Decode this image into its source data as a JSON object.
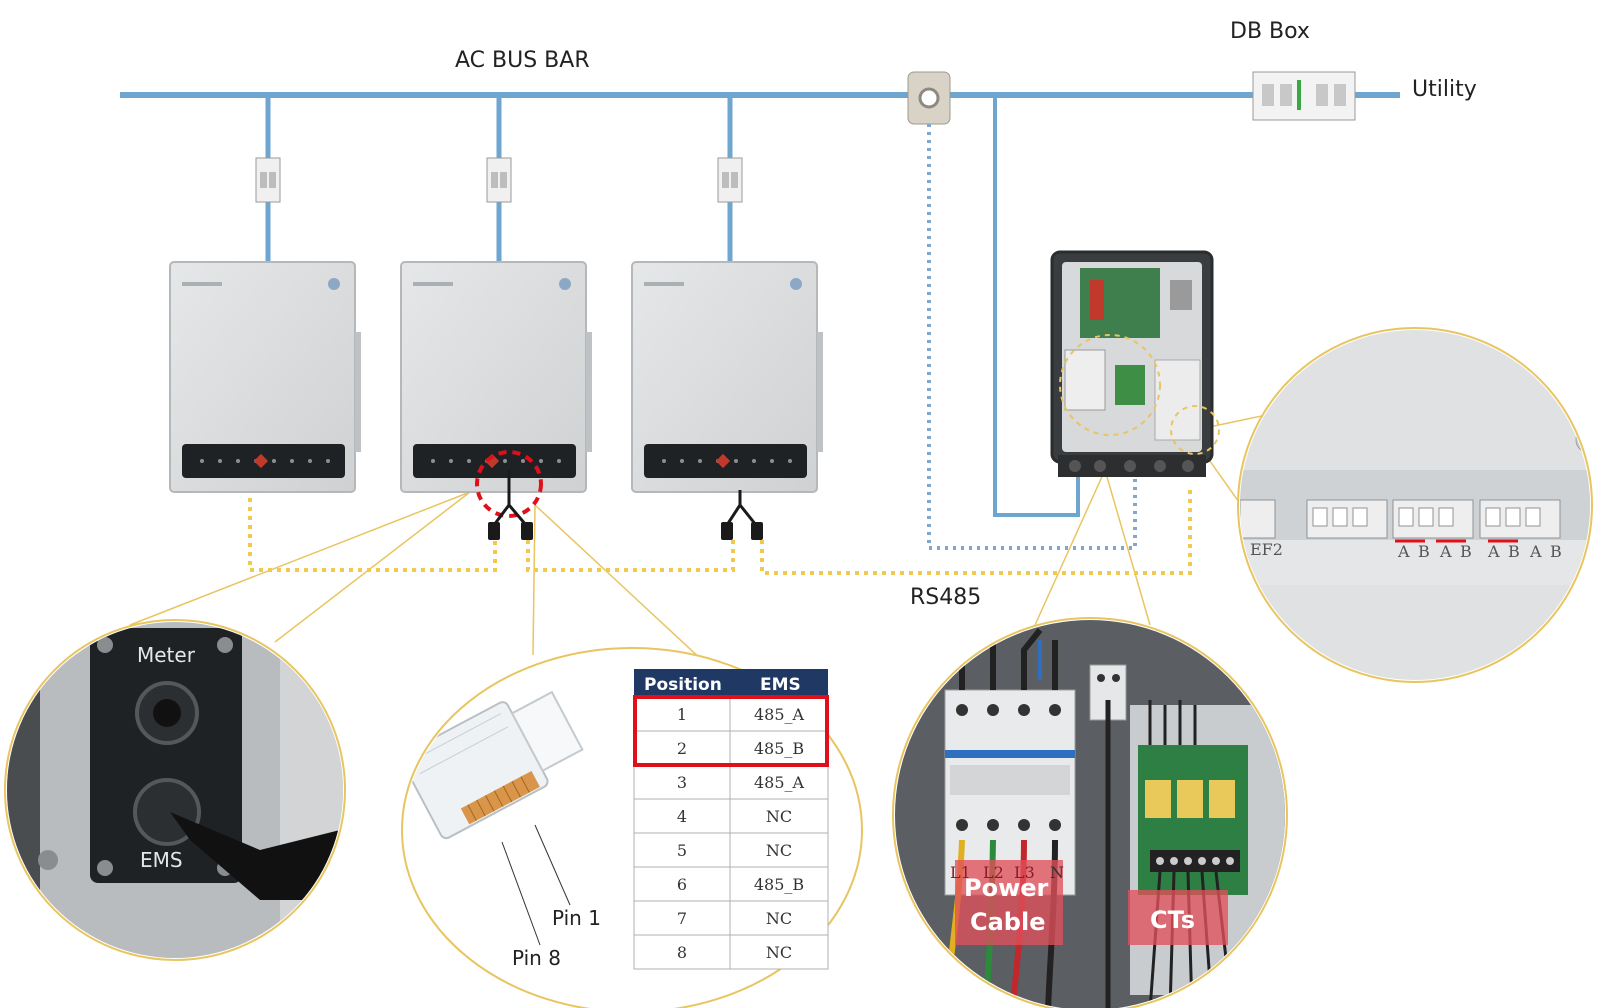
{
  "labels": {
    "ac_bus_bar": "AC BUS BAR",
    "db_box": "DB Box",
    "utility": "Utility",
    "rs485": "RS485",
    "pin1": "Pin 1",
    "pin8": "Pin 8",
    "meter": "Meter",
    "ems": "EMS",
    "power_cable": [
      "Power",
      "Cable"
    ],
    "cts": "CTs",
    "terminal_phases": [
      "L1",
      "L2",
      "L3",
      "N"
    ],
    "terminal_ab": [
      "A",
      "B",
      "A",
      "B",
      "A",
      "B",
      "A",
      "B"
    ],
    "terminal_fragment": "EF2"
  },
  "pin_table": {
    "headers": [
      "Position",
      "EMS"
    ],
    "rows": [
      [
        "1",
        "485_A"
      ],
      [
        "2",
        "485_B"
      ],
      [
        "3",
        "485_A"
      ],
      [
        "4",
        "NC"
      ],
      [
        "5",
        "NC"
      ],
      [
        "6",
        "485_B"
      ],
      [
        "7",
        "NC"
      ],
      [
        "8",
        "NC"
      ]
    ],
    "highlight_rows": [
      1,
      2
    ],
    "header_color": "#1f3864",
    "highlight_color": "#e0101a"
  },
  "colors": {
    "bus": "#6fa6cf",
    "rs485": "#f2c94c",
    "ct_dotted": "#7fa7cf",
    "callout": "#e8c560",
    "inverter_body": "#d9dbdc",
    "panel": "#1f2225"
  },
  "inverters": [
    "inverter-1",
    "inverter-2",
    "inverter-3"
  ]
}
